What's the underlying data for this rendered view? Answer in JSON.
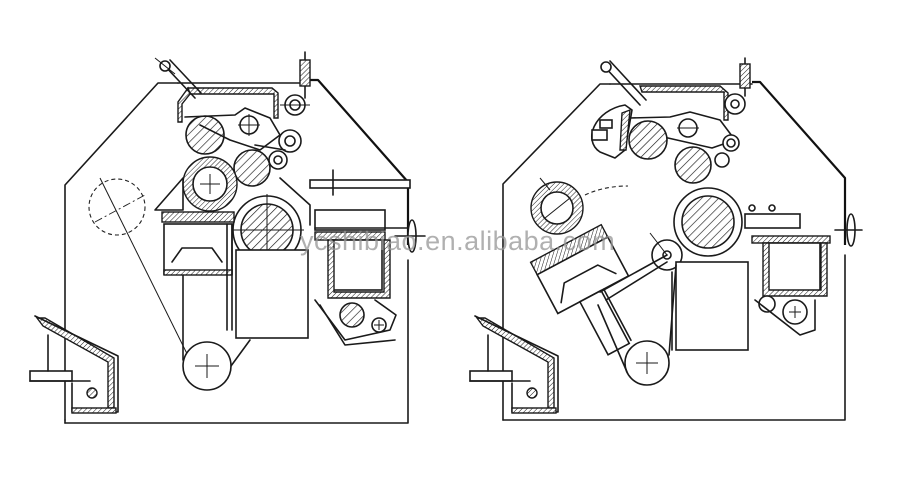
{
  "figure": {
    "description": "Two side-by-side technical cross-section line drawings of a roller machine (left: closed/working position, right: open/tilted position)",
    "background_color": "#ffffff",
    "line_color": "#1a1a1a",
    "panels": [
      {
        "id": "left",
        "label": "machine-closed-position"
      },
      {
        "id": "right",
        "label": "machine-open-position"
      }
    ]
  },
  "watermark": {
    "text": "ycshibiao.en.alibaba.com",
    "color": "#969696"
  }
}
